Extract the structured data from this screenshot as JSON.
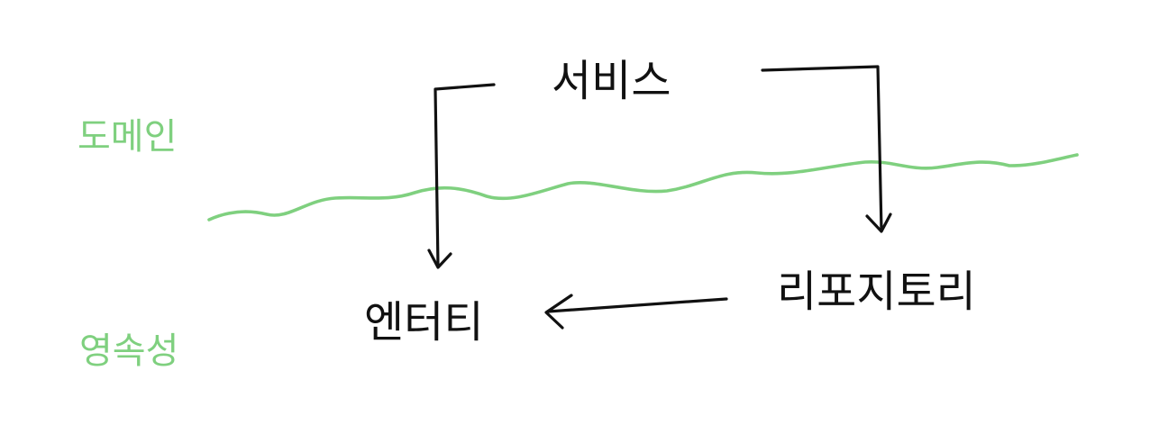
{
  "diagram": {
    "nodes": {
      "service": "서비스",
      "entity": "엔터티",
      "repository": "리포지토리"
    },
    "layers": {
      "domain": "도메인",
      "persistence": "영속성"
    },
    "edges": [
      {
        "from": "service",
        "to": "entity"
      },
      {
        "from": "service",
        "to": "repository"
      },
      {
        "from": "repository",
        "to": "entity"
      }
    ],
    "colors": {
      "ink": "#111111",
      "boundary": "#7fd07f"
    }
  }
}
